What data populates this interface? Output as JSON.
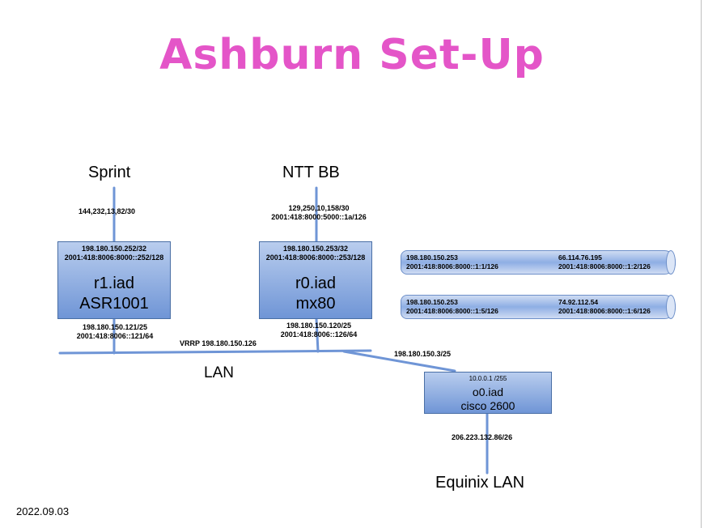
{
  "title": "Ashburn Set-Up",
  "colors": {
    "title": "#e455c8",
    "link": "#6f95d6",
    "router_fill": "#7b9fde"
  },
  "upstreams": {
    "sprint": {
      "name": "Sprint",
      "link_addr": "144,232,13,82/30"
    },
    "ntt": {
      "name": "NTT BB",
      "link_addr_v4": "129,250,10,158/30",
      "link_addr_v6": "2001:418:8000:5000::1a/126"
    }
  },
  "routers": {
    "r1": {
      "top_v4": "198.180.150.252/32",
      "top_v6": "2001:418:8006:8000::252/128",
      "name": "r1.iad",
      "type": "ASR1001",
      "lan_v4": "198.180.150.121/25",
      "lan_v6": "2001:418:8006::121/64"
    },
    "r0": {
      "top_v4": "198.180.150.253/32",
      "top_v6": "2001:418:8006:8000::253/128",
      "name": "r0.iad",
      "type": "mx80",
      "lan_v4": "198.180.150.120/25",
      "lan_v6": "2001:418:8006::126/64"
    },
    "o0": {
      "top_addr": "10.0.0.1 /255",
      "name": "o0.iad",
      "type": "cisco 2600",
      "lan_addr": "198.180.150.3/25",
      "uplink_addr": "206.223.132.86/26"
    }
  },
  "lan": {
    "label": "LAN",
    "vrrp": "VRRP 198.180.150.126"
  },
  "tunnels": [
    {
      "left_v4": "198.180.150.253",
      "left_v6": "2001:418:8006:8000::1:1/126",
      "right_v4": "66.114.76.195",
      "right_v6": "2001:418:8006:8000::1:2/126"
    },
    {
      "left_v4": "198.180.150.253",
      "left_v6": "2001:418:8006:8000::1:5/126",
      "right_v4": "74.92.112.54",
      "right_v6": "2001:418:8006:8000::1:6/126"
    }
  ],
  "equinix": {
    "name": "Equinix LAN"
  },
  "footer": {
    "date": "2022.09.03"
  }
}
